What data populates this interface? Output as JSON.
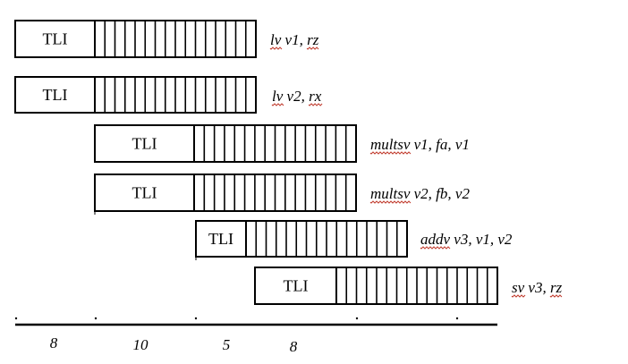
{
  "rows": [
    {
      "block": "TLI",
      "instr_parts": [
        {
          "t": "lv",
          "sq": true
        },
        {
          "t": " v1, ",
          "sq": false
        },
        {
          "t": "rz",
          "sq": true
        }
      ]
    },
    {
      "block": "TLI",
      "instr_parts": [
        {
          "t": "lv",
          "sq": true
        },
        {
          "t": " v2, ",
          "sq": false
        },
        {
          "t": "rx",
          "sq": true
        }
      ]
    },
    {
      "block": "TLI",
      "instr_parts": [
        {
          "t": "multsv",
          "sq": true
        },
        {
          "t": " v1, fa, v1",
          "sq": false
        }
      ]
    },
    {
      "block": "TLI",
      "instr_parts": [
        {
          "t": "multsv",
          "sq": true
        },
        {
          "t": " v2, fb, v2",
          "sq": false
        }
      ]
    },
    {
      "block": "TLI",
      "instr_parts": [
        {
          "t": "addv",
          "sq": true
        },
        {
          "t": " v3, v1, v2",
          "sq": false
        }
      ]
    },
    {
      "block": "TLI",
      "instr_parts": [
        {
          "t": "sv",
          "sq": true
        },
        {
          "t": " v3, ",
          "sq": false
        },
        {
          "t": "rz",
          "sq": true
        }
      ]
    }
  ],
  "axis_labels": [
    "8",
    "10",
    "5",
    "8"
  ],
  "colors": {
    "line": "#000000",
    "spellcheck": "#c0392b"
  }
}
